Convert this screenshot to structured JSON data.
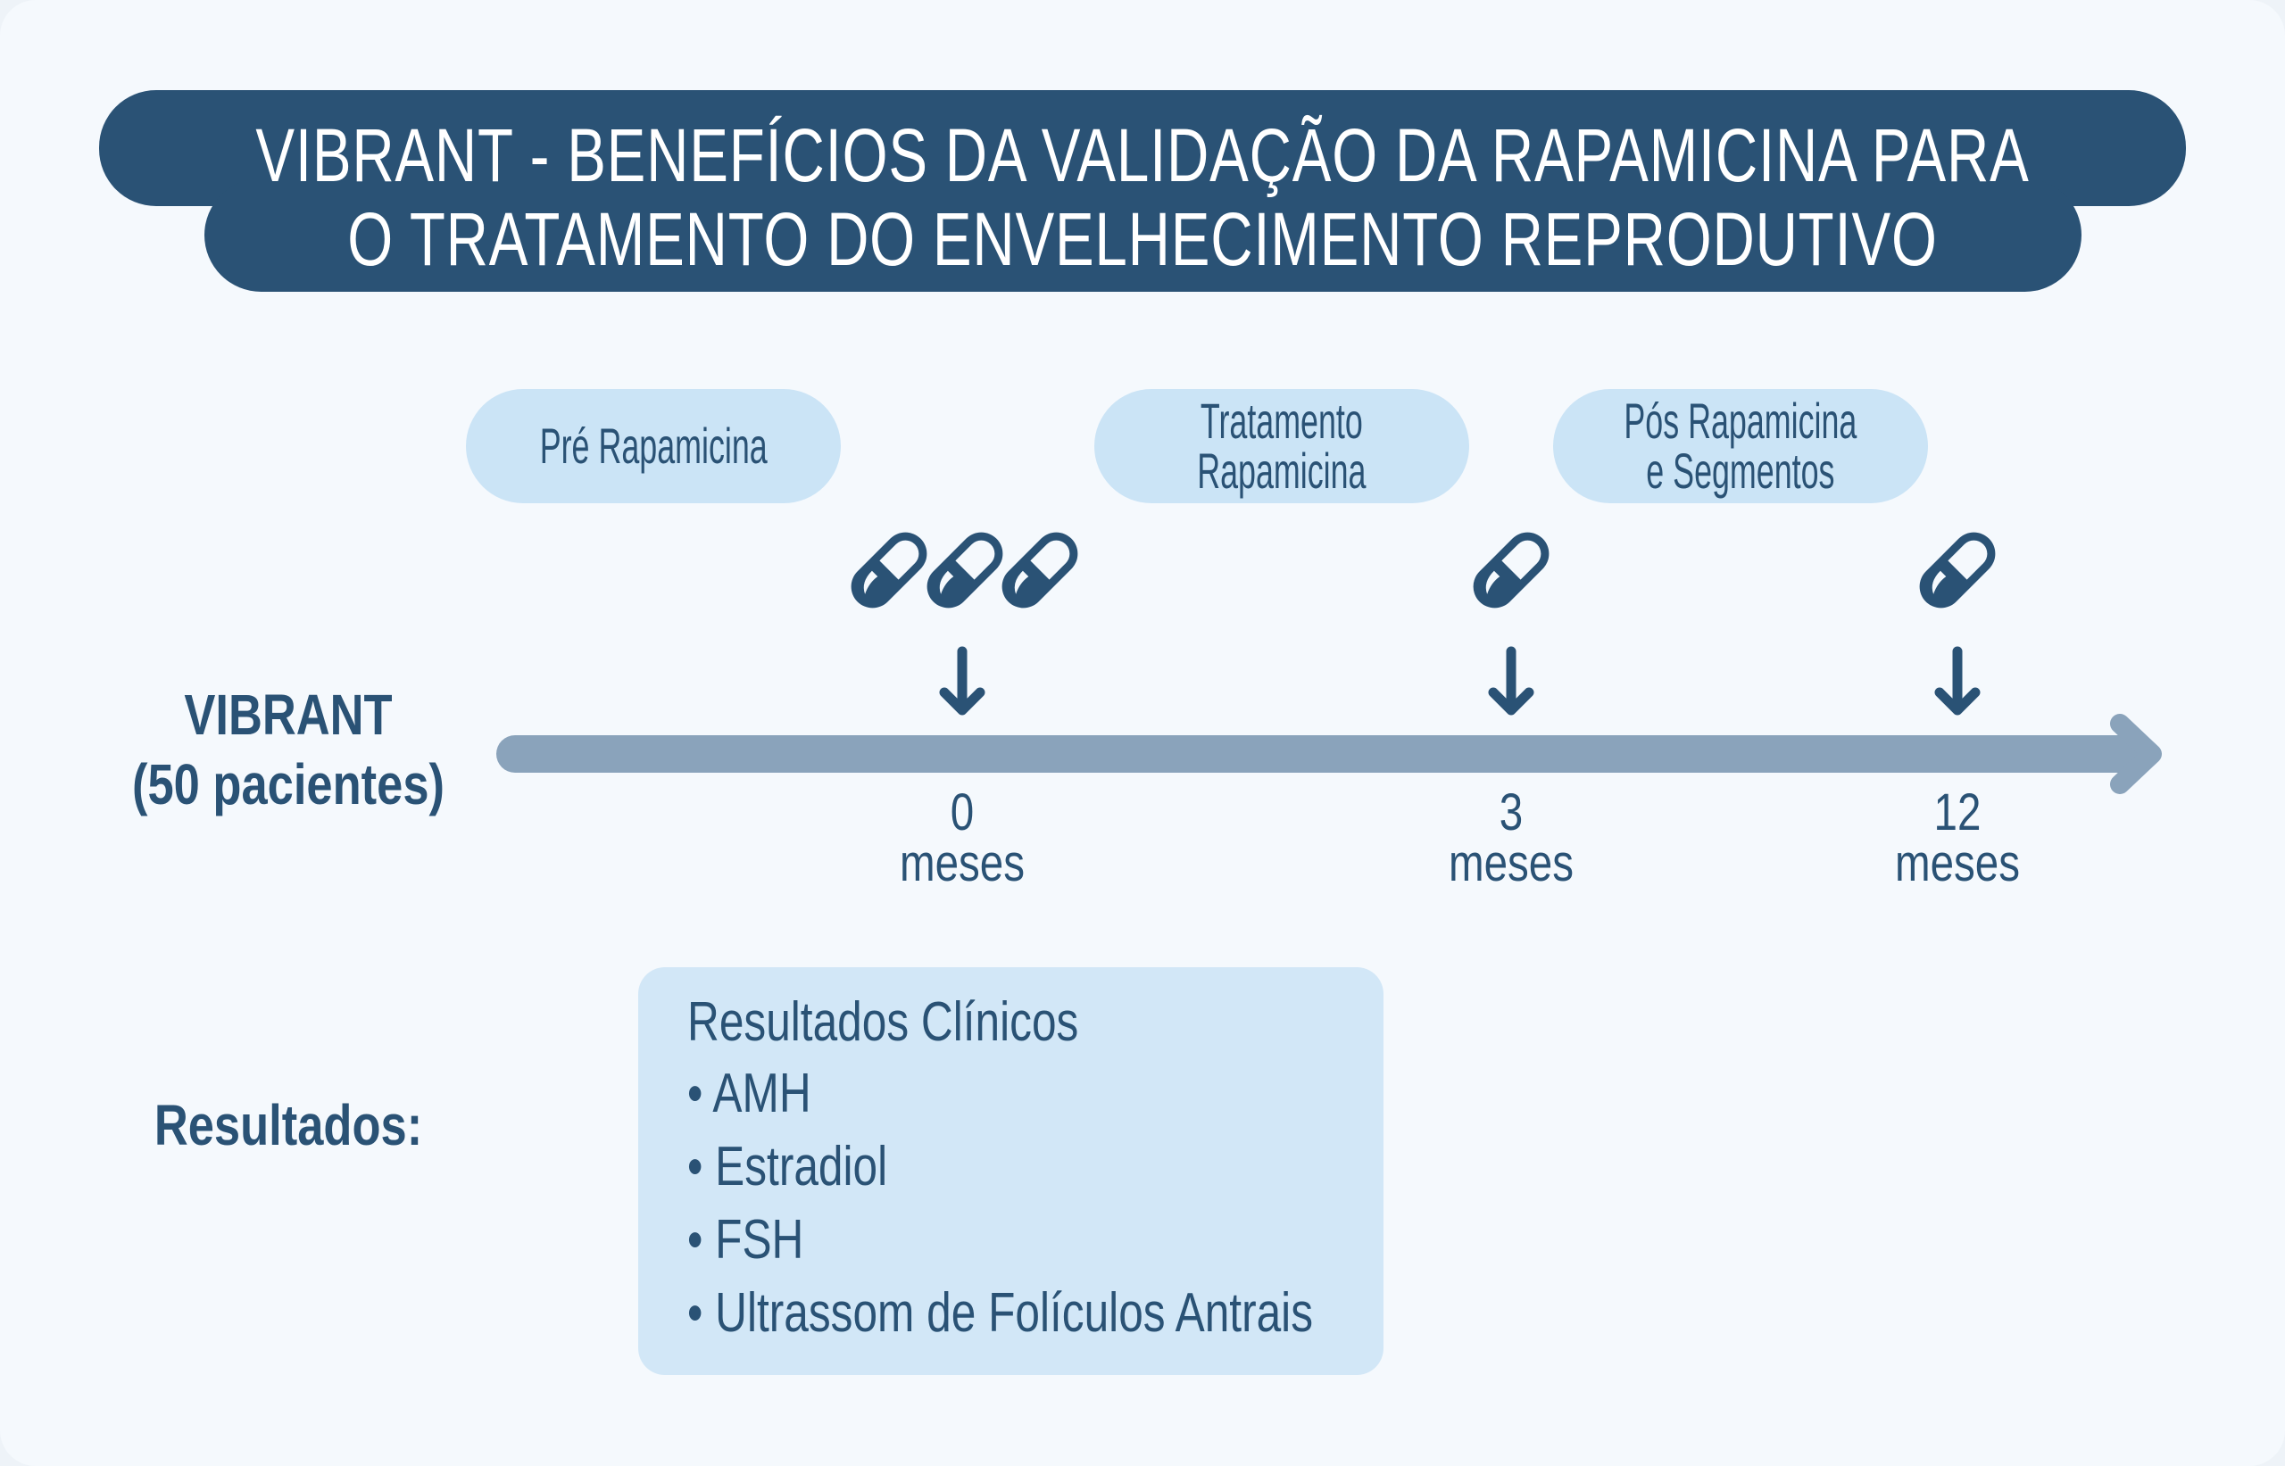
{
  "title": {
    "line1": "VIBRANT - BENEFÍCIOS DA VALIDAÇÃO DA RAPAMICINA PARA",
    "line2": "O TRATAMENTO DO ENVELHECIMENTO REPRODUTIVO"
  },
  "phases": [
    {
      "line1": "Pré Rapamicina",
      "line2": ""
    },
    {
      "line1": "Tratamento",
      "line2": "Rapamicina"
    },
    {
      "line1": "Pós Rapamicina",
      "line2": "e Segmentos"
    }
  ],
  "study": {
    "name": "VIBRANT",
    "patients": "(50 pacientes)"
  },
  "timepoints": [
    {
      "value": "0",
      "unit": "meses"
    },
    {
      "value": "3",
      "unit": "meses"
    },
    {
      "value": "12",
      "unit": "meses"
    }
  ],
  "results": {
    "label": "Resultados:",
    "title": "Resultados Clínicos",
    "items": [
      "AMH",
      "Estradiol",
      "FSH",
      "Ultrassom de Folículos Antrais"
    ]
  },
  "colors": {
    "primary": "#2a5275",
    "light": "#cbe4f6",
    "timeline": "#8aa3bb"
  }
}
